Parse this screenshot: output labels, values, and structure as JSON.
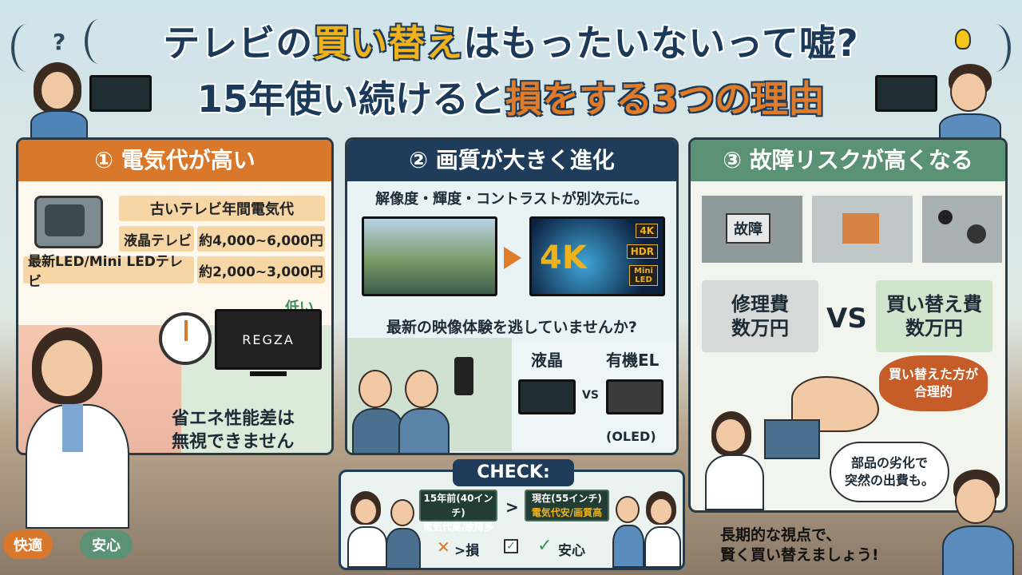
{
  "title": {
    "line1_a": "テレビの",
    "line1_hl": "買い替え",
    "line1_b": "はもったいないって嘘?",
    "line2_a": "15年使い続けると",
    "line2_hl": "損をする3つの理由"
  },
  "decor": {
    "question": "?",
    "bulb_color": "#f5c518"
  },
  "panel1": {
    "header": "① 電気代が高い",
    "table_title": "古いテレビ年間電気代",
    "rows": [
      {
        "label": "液晶テレビ",
        "value": "約4,000~6,000円"
      },
      {
        "label": "最新LED/Mini LEDテレビ",
        "value": "約2,000~3,000円"
      }
    ],
    "low_label": "低い",
    "brand": "REGZA",
    "note_line1": "省エネ性能差は",
    "note_line2": "無視できません"
  },
  "panel2": {
    "header": "② 画質が大きく進化",
    "caption": "解像度・輝度・コントラストが別次元に。",
    "badge_4k_big": "4K",
    "badges": [
      "4K",
      "HDR",
      "Mini LED"
    ],
    "question": "最新の映像体験を逃していませんか?",
    "lcd_label": "液晶",
    "oled_label": "有機EL",
    "vs_small": "VS",
    "oled_sub": "(OLED)"
  },
  "panel3": {
    "header": "③ 故障リスクが高くなる",
    "broken_label": "故障",
    "repair_line1": "修理費",
    "repair_line2": "数万円",
    "vs": "VS",
    "replace_line1": "買い替え費",
    "replace_line2": "数万円",
    "burst_line1": "買い替えた方が",
    "burst_line2": "合理的",
    "bubble_line1": "部品の劣化で",
    "bubble_line2": "突然の出費も。"
  },
  "check": {
    "title": "CHECK:",
    "old_line1": "15年前(40インチ)",
    "old_line2": "電気代高/故障多",
    "new_line1": "現在(55インチ)",
    "new_line2": "電気代安/画質高",
    "cross_text": ">損",
    "check_text": "安心"
  },
  "bottom": {
    "tag1": "快適",
    "tag2": "安心",
    "advice_line1": "長期的な視点で、",
    "advice_line2": "賢く買い替えましょう!"
  },
  "colors": {
    "orange": "#d9772b",
    "navy": "#1f3d5a",
    "green": "#5b9275",
    "yellow": "#f0b21a"
  }
}
